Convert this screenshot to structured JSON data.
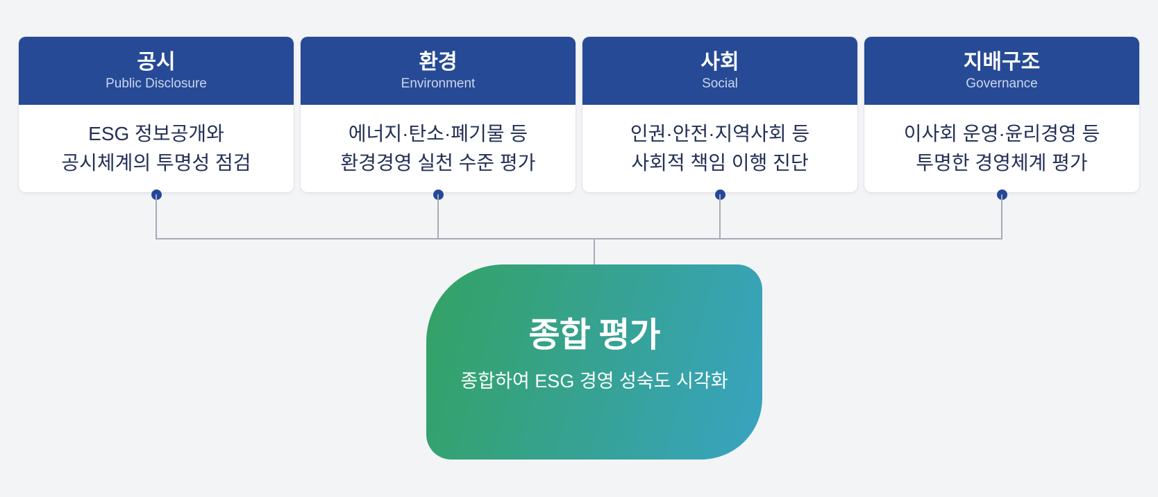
{
  "theme": {
    "background": "#f3f4f6",
    "card_bg": "#ffffff",
    "header_bg": "#264a95",
    "header_title_text": "#ffffff",
    "header_subtitle_text": "#ccd6ee",
    "body_text": "#232f55",
    "connector_line": "#a6abb5",
    "connector_dot": "#25479a",
    "summary_gradient_from": "#34a263",
    "summary_gradient_to": "#38a3c1",
    "summary_text": "#ffffff"
  },
  "cards": [
    {
      "title": "공시",
      "subtitle": "Public Disclosure",
      "body": [
        "ESG 정보공개와",
        "공시체계의 투명성 점검"
      ]
    },
    {
      "title": "환경",
      "subtitle": "Environment",
      "body": [
        "에너지·탄소·폐기물 등",
        "환경경영 실천 수준 평가"
      ]
    },
    {
      "title": "사회",
      "subtitle": "Social",
      "body": [
        "인권·안전·지역사회 등",
        "사회적 책임 이행 진단"
      ]
    },
    {
      "title": "지배구조",
      "subtitle": "Governance",
      "body": [
        "이사회 운영·윤리경영 등",
        "투명한 경영체계 평가"
      ]
    }
  ],
  "summary": {
    "title": "종합 평가",
    "subtitle": "종합하여 ESG 경영 성숙도 시각화"
  }
}
